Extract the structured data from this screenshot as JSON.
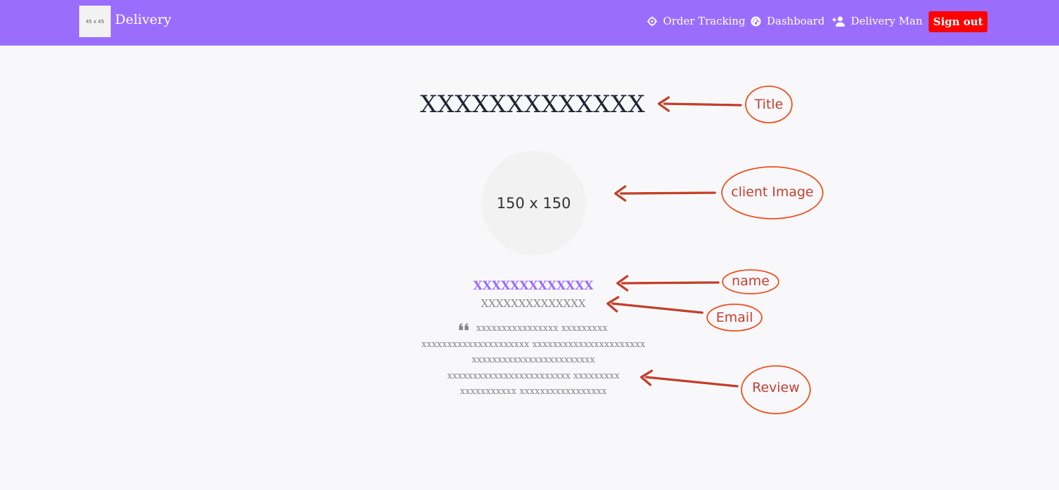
{
  "navbar": {
    "logo_text": "45 x 45",
    "brand": "Delivery",
    "items": [
      {
        "label": "Order Tracking",
        "icon": "crosshair-icon"
      },
      {
        "label": "Dashboard",
        "icon": "dashboard-icon"
      },
      {
        "label": "Delivery Man",
        "icon": "user-plus-icon"
      }
    ],
    "signout_label": "Sign out"
  },
  "main": {
    "title": "XXXXXXXXXXXXX",
    "client_image_text": "150 x 150",
    "client_name": "XXXXXXXXXXXXX",
    "client_email": "XXXXXXXXXXXXXX",
    "review_lines": [
      "xxxxxxxxxxxxxxxx xxxxxxxxx",
      "xxxxxxxxxxxxxxxxxxxxx xxxxxxxxxxxxxxxxxxxxxx",
      "xxxxxxxxxxxxxxxxxxxxxxxx",
      "xxxxxxxxxxxxxxxxxxxxxxxx xxxxxxxxx",
      "xxxxxxxxxxx xxxxxxxxxxxxxxxxx"
    ]
  },
  "annotations": {
    "title": "Title",
    "client_image": "client Image",
    "name": "name",
    "email": "Email",
    "review": "Review"
  },
  "colors": {
    "navbar": "#9b6dfd",
    "signout": "#ff0000",
    "annotation": "#c53f2c",
    "annotation_outline": "#f0501e"
  }
}
